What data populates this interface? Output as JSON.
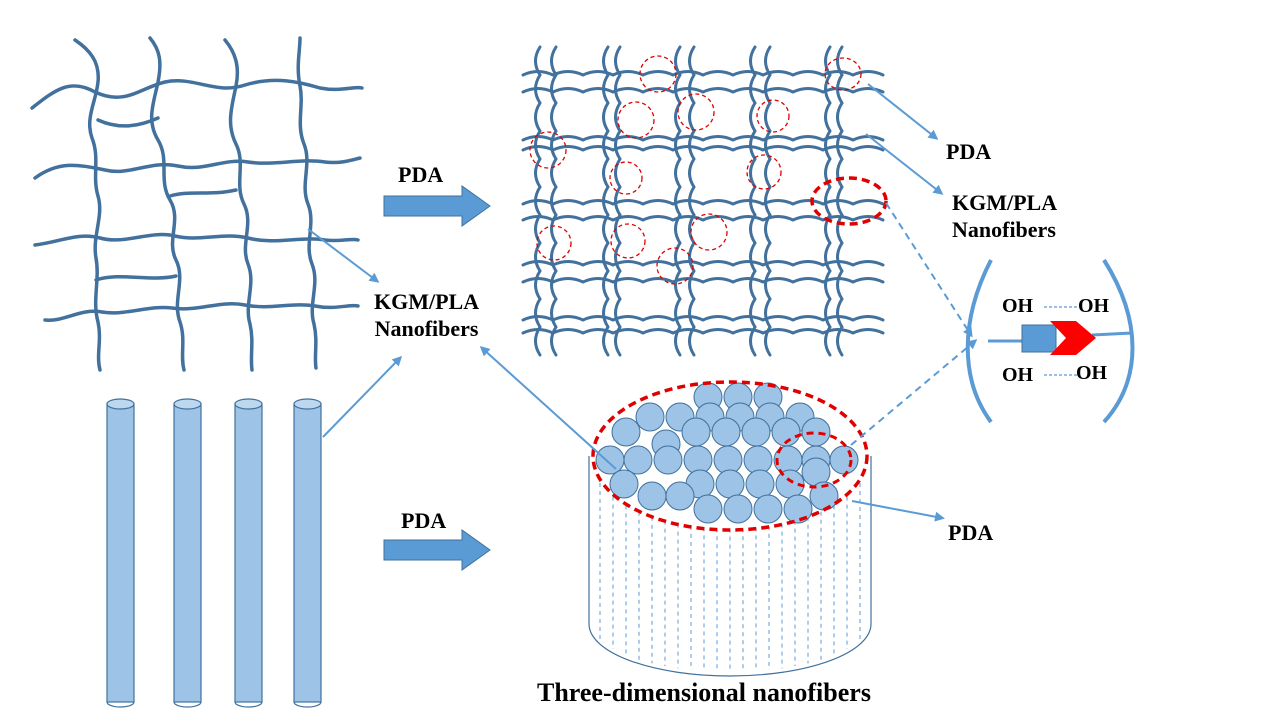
{
  "labels": {
    "pda_arrow_top": "PDA",
    "pda_arrow_bottom": "PDA",
    "pda_top_right": "PDA",
    "kgm_right_line1": "KGM/PLA",
    "kgm_right_line2": "Nanofibers",
    "kgm_center_line1": "KGM/PLA",
    "kgm_center_line2": "Nanofibers",
    "pda_bottom_right": "PDA",
    "title": "Three-dimensional nanofibers"
  },
  "bond": {
    "oh_top_left": "OH",
    "oh_top_right": "OH",
    "oh_bottom_left": "OH",
    "oh_bottom_right": "OH"
  },
  "colors": {
    "fiber": "#41719C",
    "rod_fill": "#9DC3E6",
    "rod_stroke": "#41719C",
    "arrow": "#5B9BD5",
    "highlight": "#E00000"
  }
}
